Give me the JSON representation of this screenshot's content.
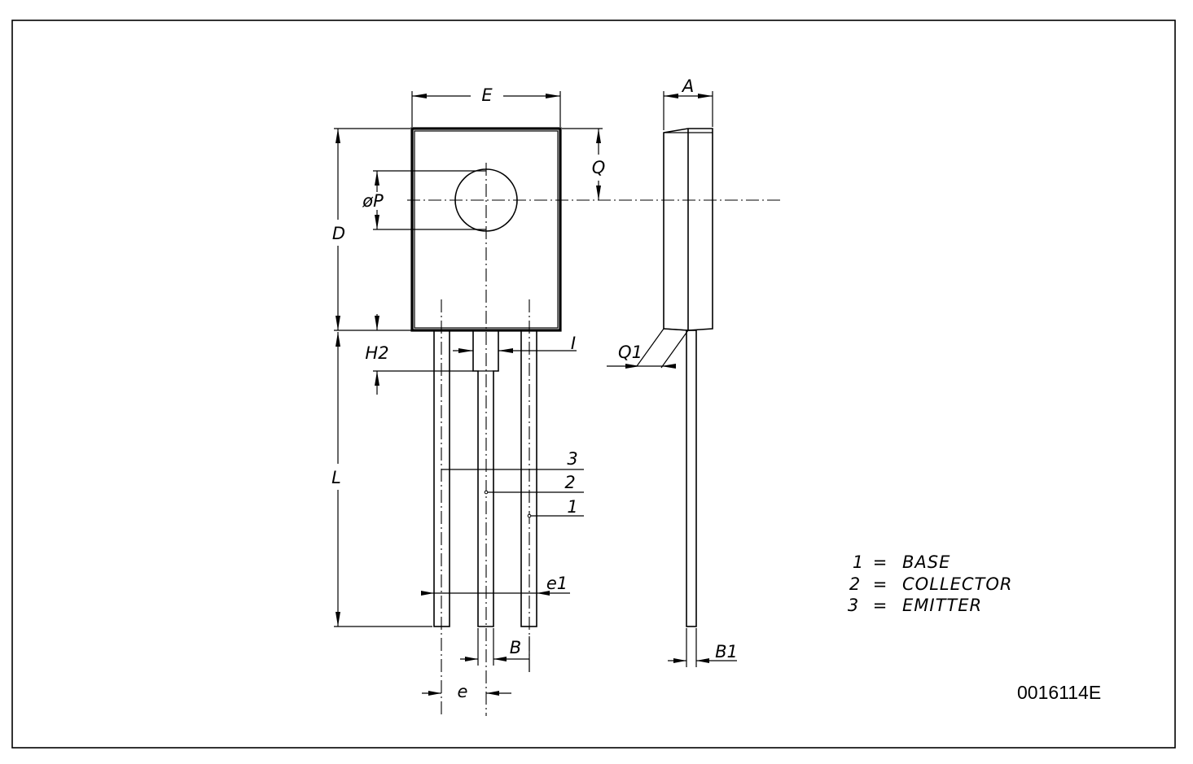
{
  "dimensions": {
    "E": "E",
    "A": "A",
    "Q": "Q",
    "P": "øP",
    "D": "D",
    "H2": "H2",
    "I": "I",
    "Q1": "Q1",
    "L": "L",
    "e1": "e1",
    "B": "B",
    "B1": "B1",
    "e": "e"
  },
  "pin_numbers": [
    "3",
    "2",
    "1"
  ],
  "legend": [
    {
      "number": "1",
      "eq": "=",
      "name": "BASE"
    },
    {
      "number": "2",
      "eq": "=",
      "name": "COLLECTOR"
    },
    {
      "number": "3",
      "eq": "=",
      "name": "EMITTER"
    }
  ],
  "drawing_code": "0016114E"
}
